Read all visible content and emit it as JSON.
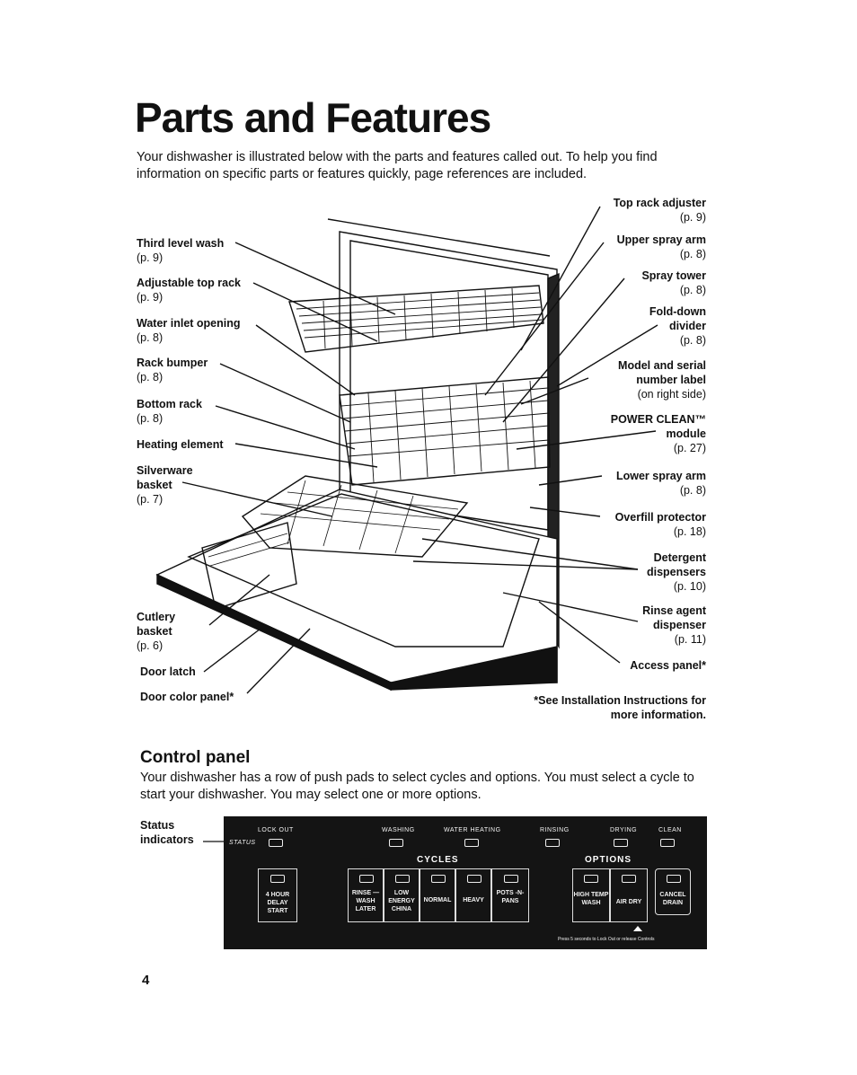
{
  "heading": "Parts and Features",
  "intro": "Your dishwasher is illustrated below with the parts and features called out. To help you find information on specific parts or features quickly, page references are included.",
  "left_labels": [
    {
      "name": "Third level wash",
      "page": "(p. 9)"
    },
    {
      "name": "Adjustable top rack",
      "page": "(p. 9)"
    },
    {
      "name": "Water inlet opening",
      "page": "(p. 8)"
    },
    {
      "name": "Rack bumper",
      "page": "(p. 8)"
    },
    {
      "name": "Bottom rack",
      "page": "(p. 8)"
    },
    {
      "name": "Heating element",
      "page": ""
    },
    {
      "name": "Silverware basket",
      "page": "(p. 7)"
    },
    {
      "name": "Cutlery basket",
      "page": "(p. 6)"
    },
    {
      "name": "Door latch",
      "page": ""
    },
    {
      "name": "Door color panel*",
      "page": ""
    }
  ],
  "right_labels": [
    {
      "name": "Top rack adjuster",
      "page": "(p. 9)"
    },
    {
      "name": "Upper spray arm",
      "page": "(p. 8)"
    },
    {
      "name": "Spray tower",
      "page": "(p. 8)"
    },
    {
      "name": "Fold-down divider",
      "page": "(p. 8)"
    },
    {
      "name": "Model and serial number label",
      "sub": "(on right side)"
    },
    {
      "name": "POWER CLEAN™ module",
      "page": "(p. 27)"
    },
    {
      "name": "Lower spray arm",
      "page": "(p. 8)"
    },
    {
      "name": "Overfill protector",
      "page": "(p. 18)"
    },
    {
      "name": "Detergent dispensers",
      "page": "(p. 10)"
    },
    {
      "name": "Rinse agent dispenser",
      "page": "(p. 11)"
    },
    {
      "name": "Access panel*",
      "page": ""
    }
  ],
  "footnote": "*See Installation Instructions for more information.",
  "control_heading": "Control panel",
  "control_text": "Your dishwasher has a row of push pads to select cycles and options. You must select a cycle to start your dishwasher. You may select one or more options.",
  "status_label": "Status indicators",
  "panel": {
    "status_word": "STATUS",
    "indicators": [
      "LOCK OUT",
      "WASHING",
      "WATER HEATING",
      "RINSING",
      "DRYING",
      "CLEAN"
    ],
    "cycles_title": "CYCLES",
    "options_title": "OPTIONS",
    "delay_pad": "4 HOUR DELAY START",
    "cycle_pads": [
      "RINSE — WASH LATER",
      "LOW ENERGY CHINA",
      "NORMAL",
      "HEAVY",
      "POTS -N- PANS"
    ],
    "option_pads": [
      "HIGH TEMP WASH",
      "AIR DRY"
    ],
    "cancel_pad": "CANCEL DRAIN",
    "lock_hint": "Press 5 seconds to Lock Out or release Controls"
  },
  "page_number": "4"
}
